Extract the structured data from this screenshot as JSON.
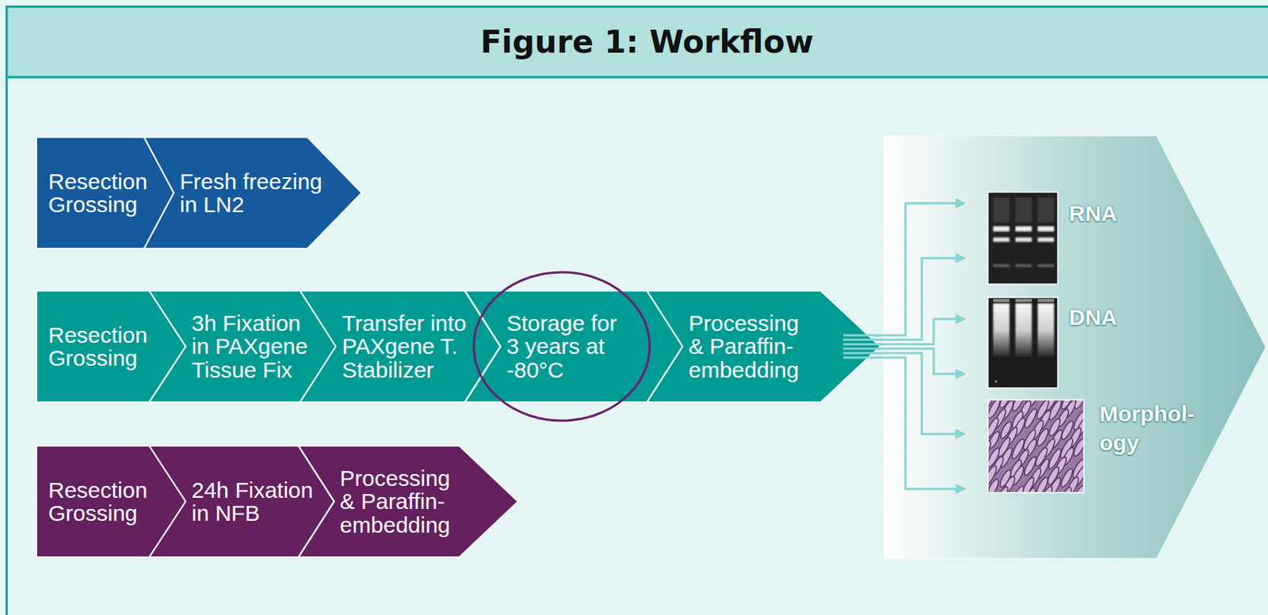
{
  "diagram": {
    "title": "Figure 1: Workflow",
    "nodes": [
      {
        "text": [
          "Resection Grossing"
        ]
      },
      {
        "text": [
          "Fresh freezing in LN2"
        ]
      },
      {
        "text": [
          "Resection Grossing"
        ]
      },
      {
        "text": [
          "3h Fixation in PAXgene Tissue Fix"
        ]
      },
      {
        "text": [
          "Transfer into PAXgene T. Stabilizer"
        ]
      },
      {
        "text": [
          "Storage for 3 years at -80°C"
        ]
      },
      {
        "text": [
          "Processing & Paraffin- embedding"
        ]
      },
      {
        "text": [
          "Resection Grossing"
        ]
      },
      {
        "text": [
          "24h Fixation in NFB"
        ]
      },
      {
        "text": [
          "Processing & Paraffin- embedding"
        ]
      }
    ],
    "labels": [
      "RNA",
      "DNA",
      "Morphol- ogy"
    ]
  }
}
